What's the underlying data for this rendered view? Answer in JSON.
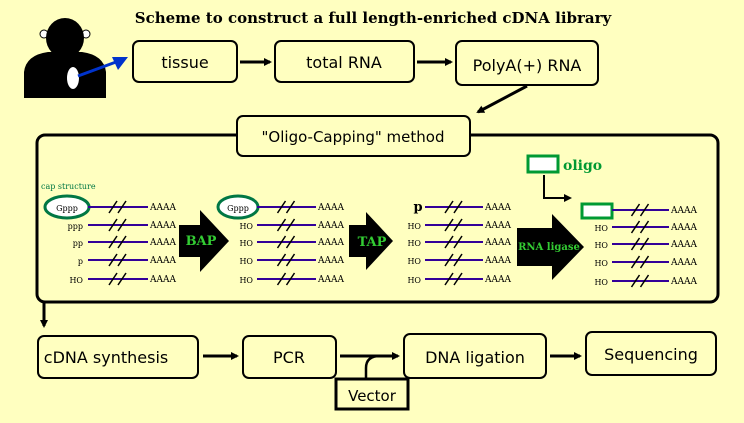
{
  "title": "Scheme to construct a full length-enriched cDNA library",
  "top_flow": {
    "tissue": "tissue",
    "total_rna": "total RNA",
    "polya": "PolyA(+) RNA"
  },
  "method_box": {
    "label": "\"Oligo-Capping\" method"
  },
  "cap_structure": "cap structure",
  "oligo": "oligo",
  "gppp": "Gppp",
  "poly_a": "AAAA",
  "ends": {
    "ppp": "ppp",
    "pp": "pp",
    "p": "p",
    "ho": "HO"
  },
  "enzymes": {
    "bap": "BAP",
    "tap": "TAP",
    "ligase": "RNA ligase"
  },
  "bottom_flow": {
    "cdna_synthesis": "cDNA synthesis",
    "pcr": "PCR",
    "dna_ligation": "DNA ligation",
    "sequencing": "Sequencing",
    "vector": "Vector"
  },
  "colors": {
    "background": "#ffffc0",
    "box_border": "#000000",
    "rna_strand": "#330099",
    "cap_oval": "#007744",
    "oligo_green": "#009933",
    "enzyme_text": "#33cc33",
    "person_arrow": "#0033cc"
  }
}
